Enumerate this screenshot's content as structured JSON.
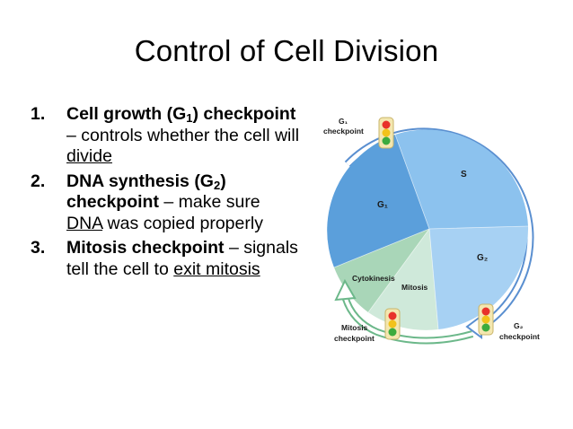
{
  "slide": {
    "title": "Control of Cell Division",
    "items": [
      {
        "number": "1.",
        "bold_pre": "Cell growth (G",
        "bold_sub": "1",
        "bold_post": ") checkpoint",
        "rest": " – controls whether the cell will ",
        "underlined": "divide",
        "rest_after": ""
      },
      {
        "number": "2.",
        "bold_pre": "DNA synthesis (G",
        "bold_sub": "2",
        "bold_post": ") checkpoint",
        "rest": " – make sure ",
        "underlined": "DNA",
        "rest_after": " was copied properly"
      },
      {
        "number": "3.",
        "bold_pre": "Mitosis checkpoint",
        "bold_sub": "",
        "bold_post": "",
        "rest": " – signals tell the cell to ",
        "underlined": "exit mitosis",
        "rest_after": ""
      }
    ]
  },
  "diagram": {
    "phases": {
      "g1": "G₁",
      "s": "S",
      "g2": "G₂",
      "mitosis": "Mitosis",
      "cytokinesis": "Cytokinesis"
    },
    "checkpoints": {
      "g1_line1": "G₁",
      "g1_line2": "checkpoint",
      "g2_line1": "G₂",
      "g2_line2": "checkpoint",
      "m_line1": "Mitosis",
      "m_line2": "checkpoint"
    },
    "colors": {
      "g1": "#5b9fdb",
      "s": "#8cc2ee",
      "g2": "#a7d1f3",
      "mitosis": "#cfe9da",
      "cytokinesis": "#a9d6b8",
      "arrow_blue": "#5a8fd0",
      "arrow_green": "#6cb88a",
      "light_red": "#e8322b",
      "light_yellow": "#f2c21b",
      "light_green": "#3cab3e"
    }
  }
}
